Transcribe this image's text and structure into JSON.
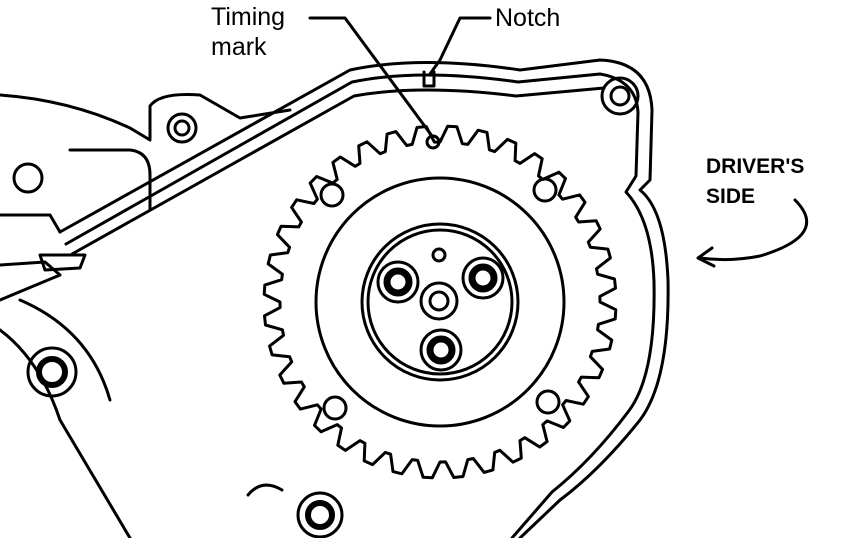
{
  "figure": {
    "callouts": {
      "timing_mark_line1": "Timing",
      "timing_mark_line2": "mark",
      "notch": "Notch"
    },
    "side_label": {
      "line1": "DRIVER'S",
      "line2": "SIDE"
    },
    "sprocket_teeth": 36,
    "colors": {
      "ink": "#000000",
      "paper": "#ffffff"
    }
  }
}
